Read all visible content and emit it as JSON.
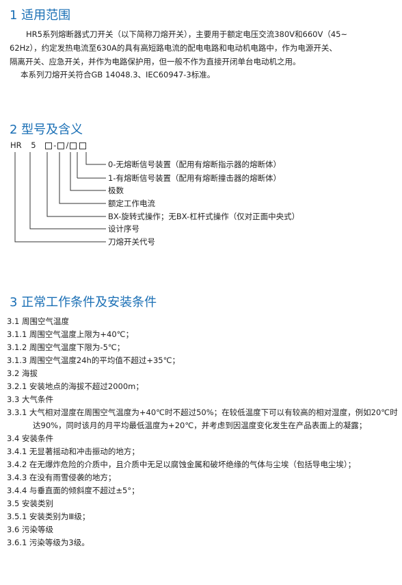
{
  "section1": {
    "heading": "1 适用范围",
    "lines": [
      "HR5系列熔断器式刀开关（以下简称刀熔开关），主要用于额定电压交流380V和660V（45~",
      "62Hz），约定发热电流至630A的具有高短路电流的配电电路和电动机电路中，作为电源开关、",
      "隔离开关、应急开关，并作为电路保护用，但一般不作为直接开闭单台电动机之用。",
      "本系列刀熔开关符合GB 14048.3、IEC60947-3标准。"
    ]
  },
  "section2": {
    "heading": "2 型号及含义",
    "code": {
      "a": "HR",
      "b": "5",
      "dash": "-",
      "slash": "/"
    },
    "labels": [
      "0-无熔断信号装置（配用有熔断指示器的熔断体）",
      "1-有熔断信号装置（配用有熔断撞击器的熔断体）",
      "极数",
      "额定工作电流",
      "BX-旋转式操作；无BX-杠杆式操作（仅对正面中央式）",
      "设计序号",
      "刀熔开关代号"
    ]
  },
  "section3": {
    "heading": "3 正常工作条件及安装条件",
    "items": [
      "3.1 周围空气温度",
      "3.1.1 周围空气温度上限为+40℃；",
      "3.1.2 周围空气温度下限为-5℃；",
      "3.1.3 周围空气温度24h的平均值不超过+35℃；",
      "3.2 海拔",
      "3.2.1 安装地点的海拔不超过2000m；",
      "3.3 大气条件",
      "3.3.1 大气相对湿度在周围空气温度为+40℃时不超过50%；在较低温度下可以有较高的相对湿度，例如20℃时达90%，同时该月的月平均最低温度为+20℃，并考虑到因温度变化发生在产品表面上的凝露；",
      "3.4 安装条件",
      "3.4.1 无显著摇动和冲击振动的地方；",
      "3.4.2 在无爆炸危险的介质中，且介质中无足以腐蚀金属和破坏绝缘的气体与尘埃（包括导电尘埃）；",
      "3.4.3 在没有雨雪侵袭的地方；",
      "3.4.4 与垂直面的倾斜度不超过±5°；",
      "3.5 安装类别",
      "3.5.1 安装类别为Ⅲ级；",
      "3.6 污染等级",
      "3.6.1 污染等级为3级。"
    ]
  },
  "colors": {
    "heading": "#1a6fb5",
    "text": "#222222"
  }
}
